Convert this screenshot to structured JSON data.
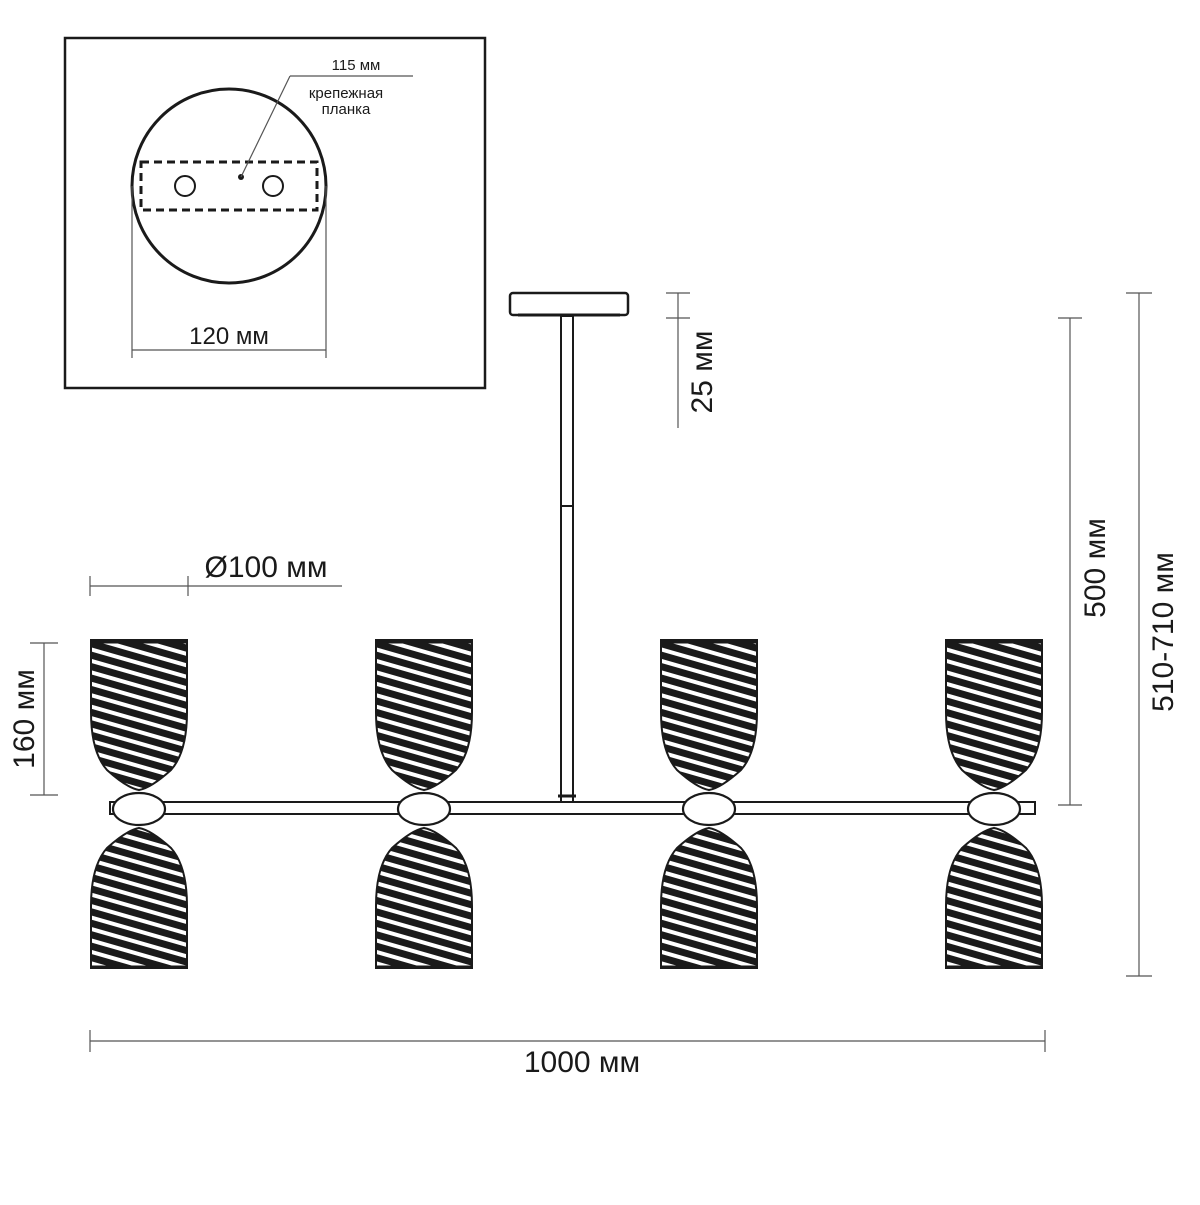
{
  "inset": {
    "top_label": "115 мм",
    "plate_label_line1": "крепежная",
    "plate_label_line2": "планка",
    "width_label": "120 мм"
  },
  "dimensions": {
    "canopy_height": "25 мм",
    "shade_diameter": "Ø100 мм",
    "shade_height": "160 мм",
    "rod_length": "500 мм",
    "total_height": "510-710 мм",
    "total_width": "1000 мм"
  },
  "fixture": {
    "lamp_count": 4
  }
}
